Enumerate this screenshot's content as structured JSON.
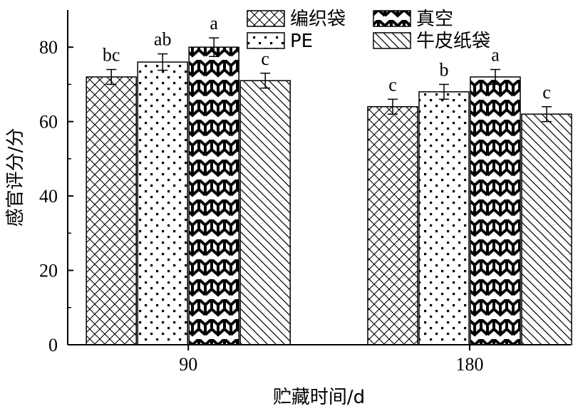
{
  "chart_data": {
    "type": "bar",
    "xlabel": "贮藏时间/d",
    "ylabel": "感官评分/分",
    "ylim": [
      0,
      90
    ],
    "yticks": [
      0,
      20,
      40,
      60,
      80
    ],
    "categories": [
      "90",
      "180"
    ],
    "legend_position": "top-right",
    "series": [
      {
        "name": "编织袋",
        "pattern": "crosshatch",
        "values": [
          72,
          64
        ],
        "errors": [
          2,
          2
        ],
        "labels": [
          "bc",
          "c"
        ]
      },
      {
        "name": "PE",
        "pattern": "dots",
        "values": [
          76,
          68
        ],
        "errors": [
          2.2,
          2
        ],
        "labels": [
          "ab",
          "b"
        ]
      },
      {
        "name": "真空",
        "pattern": "zigzag",
        "values": [
          80,
          72
        ],
        "errors": [
          2.5,
          2
        ],
        "labels": [
          "a",
          "a"
        ]
      },
      {
        "name": "牛皮纸袋",
        "pattern": "diagonal",
        "values": [
          71,
          62
        ],
        "errors": [
          2,
          2
        ],
        "labels": [
          "c",
          "c"
        ]
      }
    ],
    "colors": {
      "ink": "#000000",
      "fill": "#ffffff"
    }
  }
}
